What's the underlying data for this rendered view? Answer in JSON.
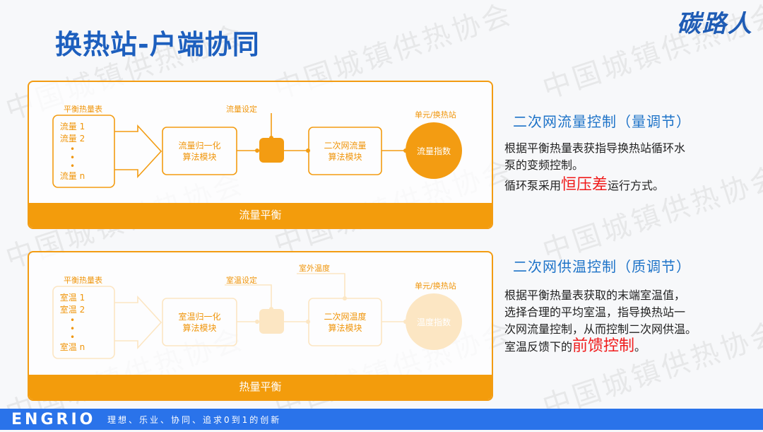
{
  "watermark": "中国城镇供热协会",
  "title": "换热站-户端协同",
  "logo": "碳路人",
  "diagram1": {
    "meter_label": "平衡热量表",
    "items": [
      "流量 1",
      "流量 2",
      "•",
      "•",
      "•",
      "流量 n"
    ],
    "module1": [
      "流量归一化",
      "算法模块"
    ],
    "setpoint_label": "流量设定",
    "module2": [
      "二次网流量",
      "算法模块"
    ],
    "station_label": "单元/换热站",
    "circle": "流量指数",
    "band": "流量平衡"
  },
  "diagram2": {
    "meter_label": "平衡热量表",
    "items": [
      "室温 1",
      "室温 2",
      "•",
      "•",
      "•",
      "室温 n"
    ],
    "module1": [
      "室温归一化",
      "算法模块"
    ],
    "setpoint_label": "室温设定",
    "outdoor_label": "室外温度",
    "module2": [
      "二次网温度",
      "算法模块"
    ],
    "station_label": "单元/换热站",
    "circle": "温度指数",
    "band": "热量平衡"
  },
  "right": {
    "s1": {
      "heading": "二次网流量控制（量调节）",
      "line1": "根据平衡热量表获指导换热站循环水",
      "line2": "泵的变频控制。",
      "line3_pre": "循环泵采用",
      "line3_em": "恒压差",
      "line3_post": "运行方式。"
    },
    "s2": {
      "heading": "二次网供温控制（质调节）",
      "line1": "根据平衡热量表获取的末端室温值，",
      "line2": "选择合理的平均室温，指导换热站一",
      "line3": "次网流量控制，从而控制二次网供温。",
      "line4_pre": "室温反馈下的",
      "line4_em": "前馈控制",
      "line4_post": "。"
    }
  },
  "footer": {
    "brand": "ENGRIO",
    "slogan": "理想、乐业、协同、追求0到1的创新"
  },
  "colors": {
    "orange": "#f39c0c",
    "blue": "#1e73c8",
    "red": "#f01c1c",
    "footer": "#2a73ea"
  }
}
